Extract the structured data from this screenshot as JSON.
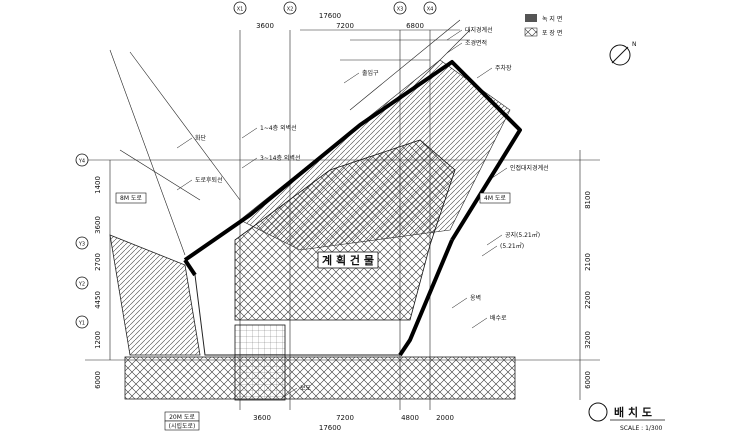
{
  "title": "배 치 도",
  "scale": "SCALE : 1/300",
  "building_label": "계 획 건 물",
  "grid_marks_top": [
    "X1",
    "X2",
    "X3",
    "X4"
  ],
  "grid_marks_left": [
    "Y4",
    "Y3",
    "Y2",
    "Y1"
  ],
  "top_dims": {
    "total": "17600",
    "segments": [
      "3600",
      "7200",
      "6800"
    ]
  },
  "bottom_dims": {
    "total": "17600",
    "segments": [
      "3600",
      "7200",
      "4800",
      "2000"
    ]
  },
  "left_dims": [
    "1400",
    "3600",
    "2700",
    "4450",
    "1200",
    "6000"
  ],
  "right_dims": [
    "8100",
    "2100",
    "2200",
    "3200",
    "6000"
  ],
  "legend": [
    {
      "label": "녹 지 면"
    },
    {
      "label": "포 장 면"
    }
  ],
  "road_labels": [
    "8M 도로",
    "4M 도로",
    "20M 도로",
    "(시립도로)"
  ],
  "annotations": [
    "대지경계선",
    "조경면적",
    "주차장",
    "출입구",
    "화단",
    "공지(5.21㎡)",
    "(5.21㎡)",
    "옹벽",
    "배수로",
    "인접대지경계선",
    "1~4층 외벽선",
    "3~14층 외벽선",
    "도로후퇴선",
    "보도"
  ],
  "north_symbol": "N"
}
